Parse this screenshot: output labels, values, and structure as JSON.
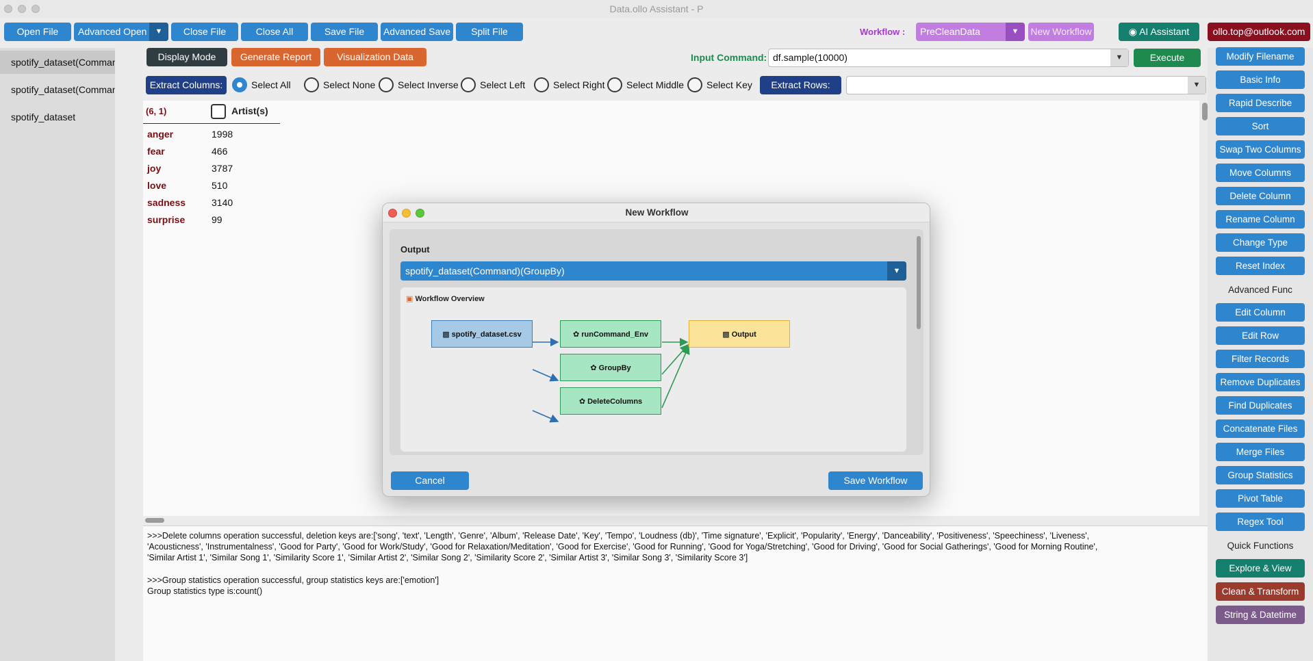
{
  "window": {
    "title": "Data.ollo Assistant - P"
  },
  "toolbar": {
    "open_file": "Open File",
    "advanced_open": "Advanced Open",
    "close_file": "Close File",
    "close_all": "Close All",
    "save_file": "Save File",
    "advanced_save": "Advanced Save",
    "split_file": "Split File",
    "workflow_label": "Workflow :",
    "workflow_value": "PreCleanData",
    "new_workflow": "New Workflow",
    "ai_assistant": "AI Assistant",
    "account": "ollo.top@outlook.com"
  },
  "sidebar": {
    "items": [
      {
        "label": "spotify_dataset(Command)(GroupBy)",
        "active": true
      },
      {
        "label": "spotify_dataset(Command)",
        "active": false
      },
      {
        "label": "spotify_dataset",
        "active": false
      }
    ]
  },
  "action_row": {
    "display_mode": "Display Mode",
    "generate_report": "Generate Report",
    "visualization_data": "Visualization Data",
    "input_command_label": "Input Command:",
    "input_command_value": "df.sample(10000)",
    "execute": "Execute"
  },
  "extract_row": {
    "extract_columns": "Extract Columns:",
    "options": [
      {
        "label": "Select All",
        "checked": true
      },
      {
        "label": "Select None",
        "checked": false
      },
      {
        "label": "Select Inverse",
        "checked": false
      },
      {
        "label": "Select Left",
        "checked": false
      },
      {
        "label": "Select Right",
        "checked": false
      },
      {
        "label": "Select Middle",
        "checked": false
      },
      {
        "label": "Select Key",
        "checked": false
      }
    ],
    "extract_rows": "Extract Rows:",
    "extract_rows_value": ""
  },
  "table": {
    "shape": "(6, 1)",
    "column": "Artist(s)",
    "rows": [
      {
        "key": "anger",
        "value": "1998"
      },
      {
        "key": "fear",
        "value": "466"
      },
      {
        "key": "joy",
        "value": "3787"
      },
      {
        "key": "love",
        "value": "510"
      },
      {
        "key": "sadness",
        "value": "3140"
      },
      {
        "key": "surprise",
        "value": "99"
      }
    ]
  },
  "console": {
    "lines": [
      ">>>Delete columns operation successful, deletion keys are:['song', 'text', 'Length', 'Genre', 'Album', 'Release Date', 'Key', 'Tempo', 'Loudness (db)', 'Time signature', 'Explicit', 'Popularity', 'Energy', 'Danceability', 'Positiveness', 'Speechiness', 'Liveness',",
      "'Acousticness', 'Instrumentalness', 'Good for Party', 'Good for Work/Study', 'Good for Relaxation/Meditation', 'Good for Exercise', 'Good for Running', 'Good for Yoga/Stretching', 'Good for Driving', 'Good for Social Gatherings', 'Good for Morning Routine',",
      "'Similar Artist 1', 'Similar Song 1', 'Similarity Score 1', 'Similar Artist 2', 'Similar Song 2', 'Similarity Score 2', 'Similar Artist 3', 'Similar Song 3', 'Similarity Score 3']",
      "",
      ">>>Group statistics operation successful, group statistics keys are:['emotion']",
      "Group statistics type is:count()"
    ]
  },
  "right_panel": {
    "buttons_top": [
      "Modify Filename",
      "Basic Info",
      "Rapid Describe",
      "Sort",
      "Swap Two Columns",
      "Move Columns",
      "Delete Column",
      "Rename Column",
      "Change Type",
      "Reset Index"
    ],
    "advanced_label": "Advanced Func",
    "buttons_advanced": [
      "Edit Column",
      "Edit Row",
      "Filter Records",
      "Remove Duplicates",
      "Find Duplicates",
      "Concatenate Files",
      "Merge Files",
      "Group Statistics",
      "Pivot Table",
      "Regex Tool"
    ],
    "quick_label": "Quick Functions",
    "quick_buttons": [
      "Explore & View",
      "Clean & Transform",
      "String & Datetime"
    ]
  },
  "modal": {
    "title": "New Workflow",
    "output_label": "Output",
    "output_value": "spotify_dataset(Command)(GroupBy)",
    "overview_title": "Workflow Overview",
    "nodes": {
      "source": "spotify_dataset.csv",
      "run_command": "runCommand_Env",
      "groupby": "GroupBy",
      "delete_columns": "DeleteColumns",
      "output": "Output"
    },
    "cancel": "Cancel",
    "save": "Save Workflow"
  },
  "colors": {
    "accent_blue": "#2e86cf",
    "dark_blue": "#1f3f86",
    "orange": "#d9652f",
    "green": "#1e8a4e",
    "maroon": "#8a0f1f"
  }
}
